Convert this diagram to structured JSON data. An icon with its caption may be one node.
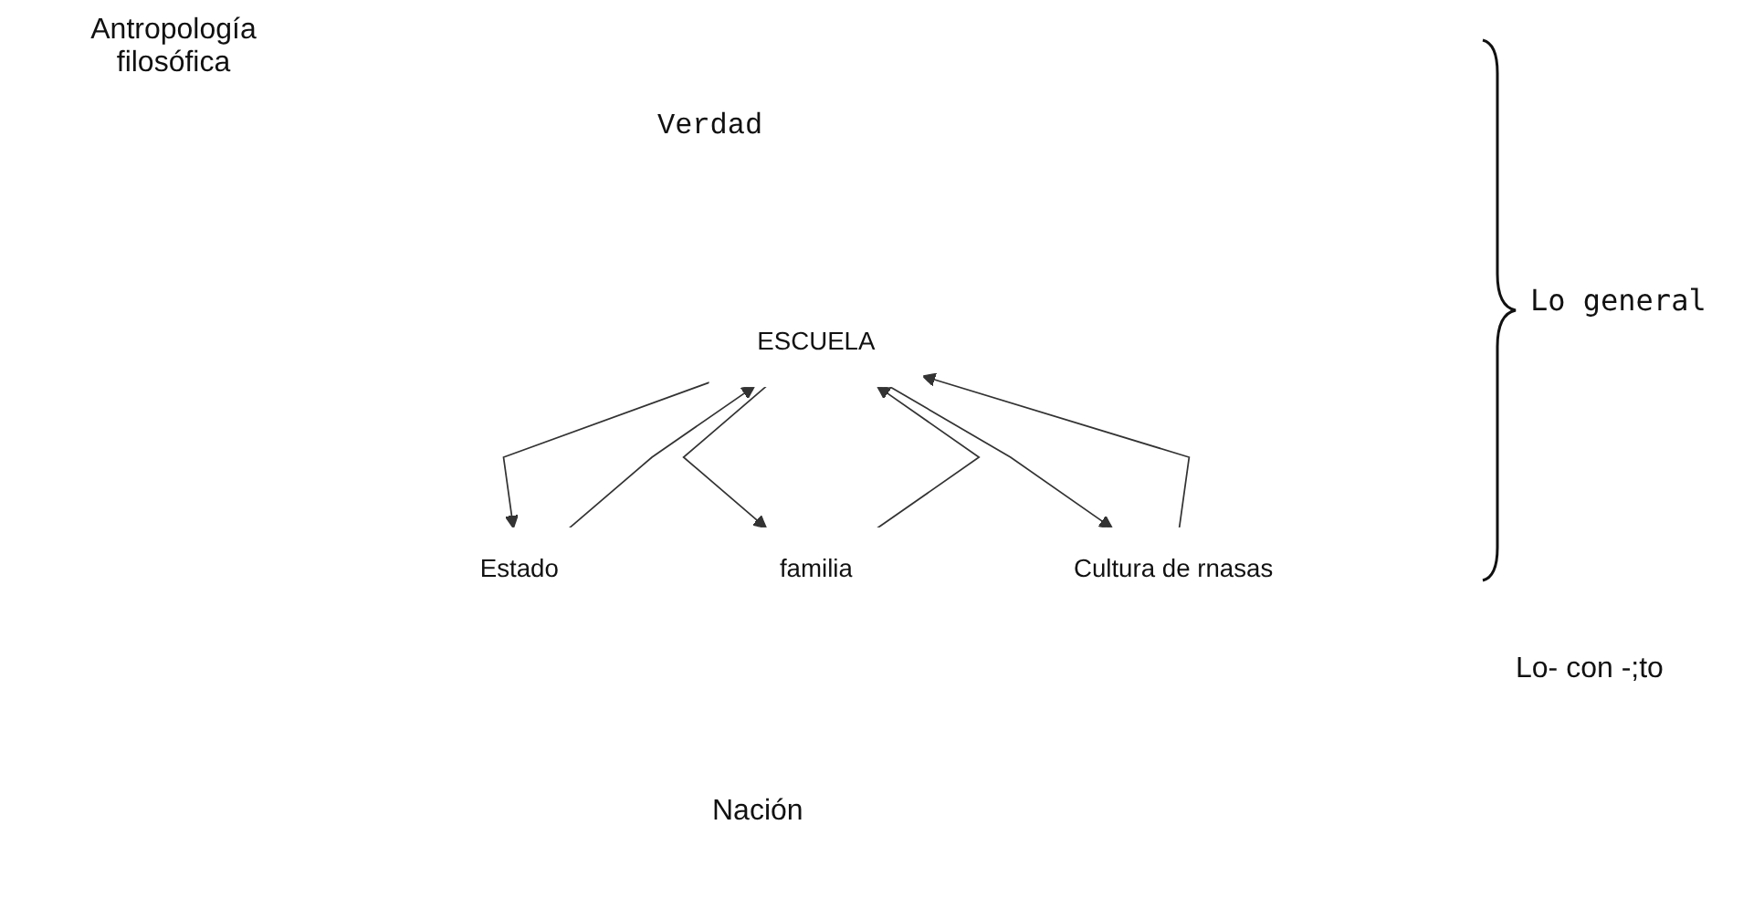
{
  "diagram": {
    "nodes": [
      {
        "text": [
          "ESCUELA"
        ]
      },
      {
        "text": [
          "Estado"
        ]
      },
      {
        "text": [
          "familia"
        ]
      },
      {
        "text": [
          "Cultura de rnasas"
        ]
      }
    ],
    "edges": [
      {
        "from": 0,
        "to": 1,
        "arrow": "to"
      },
      {
        "from": 1,
        "to": 0,
        "arrow": "to"
      },
      {
        "from": 0,
        "to": 2,
        "arrow": "to"
      },
      {
        "from": 2,
        "to": 0,
        "arrow": "to"
      },
      {
        "from": 0,
        "to": 3,
        "arrow": "to"
      },
      {
        "from": 3,
        "to": 0,
        "arrow": "to"
      }
    ],
    "labels": [
      "Antropología filosófica",
      "Verdad",
      "Lo general",
      "Nación",
      "Lo- con -;to"
    ]
  }
}
